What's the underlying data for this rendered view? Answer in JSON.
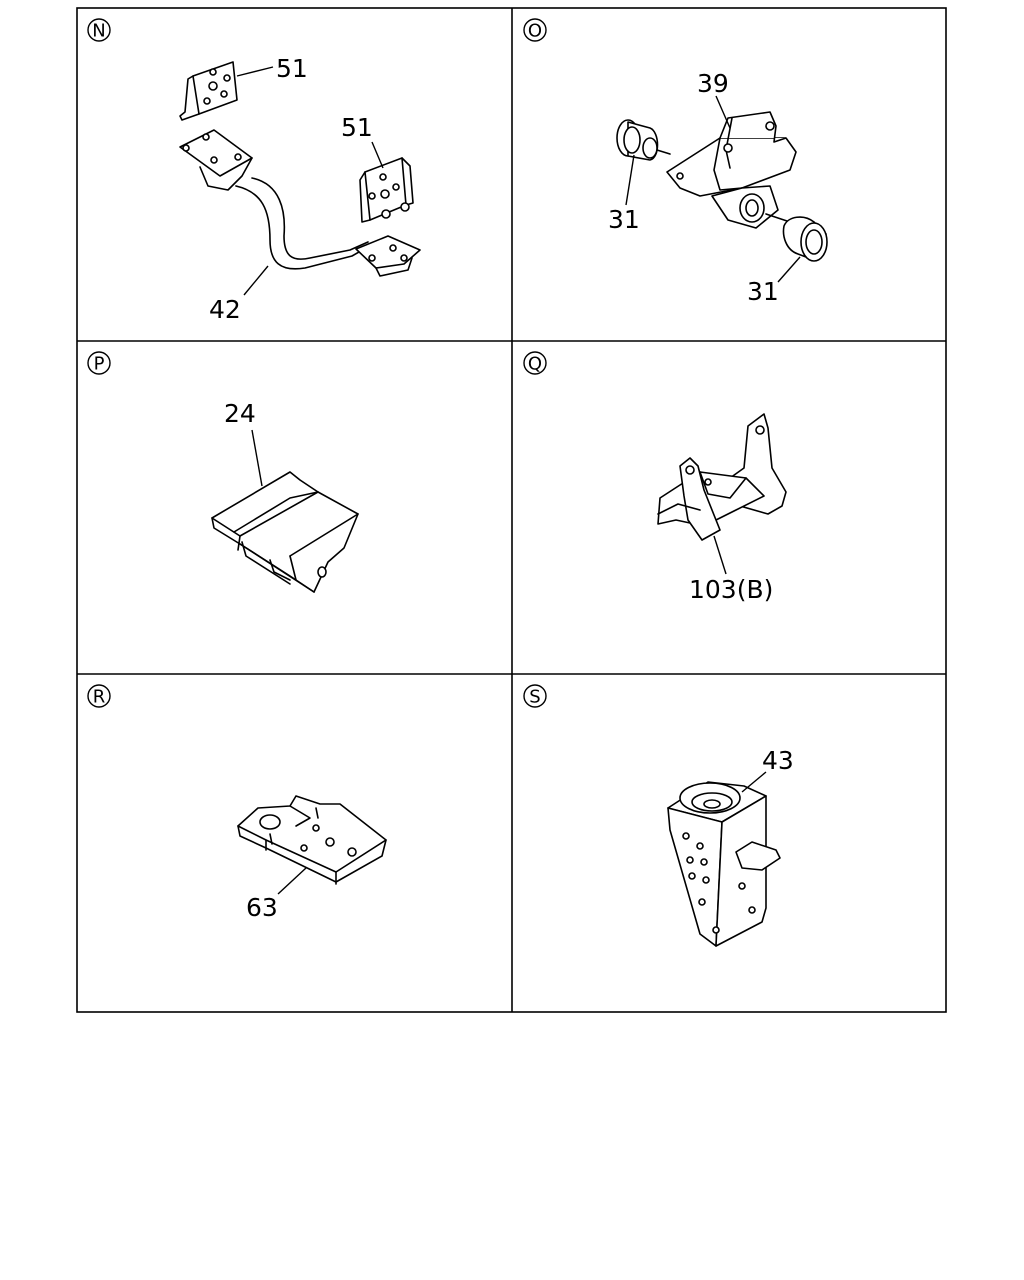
{
  "panels": [
    {
      "letter": "N",
      "callouts": [
        "51",
        "51",
        "42"
      ]
    },
    {
      "letter": "O",
      "callouts": [
        "39",
        "31",
        "31"
      ]
    },
    {
      "letter": "P",
      "callouts": [
        "24"
      ]
    },
    {
      "letter": "Q",
      "callouts": [
        "103(B)"
      ]
    },
    {
      "letter": "R",
      "callouts": [
        "63"
      ]
    },
    {
      "letter": "S",
      "callouts": [
        "43"
      ]
    }
  ]
}
